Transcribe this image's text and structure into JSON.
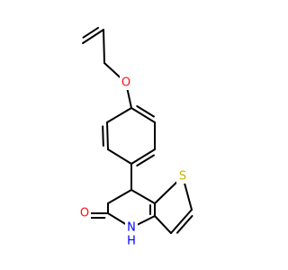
{
  "colors": {
    "background": "#ffffff",
    "bond": "#000000",
    "oxygen": "#ff0d0d",
    "sulfur": "#c8b400",
    "nitrogen": "#0000ff"
  },
  "atom_labels": {
    "ether_oxygen": "O",
    "thiophene_sulfur": "S",
    "amide_nitrogen": "N",
    "amide_hydrogen": "H",
    "carbonyl_oxygen": "O"
  }
}
